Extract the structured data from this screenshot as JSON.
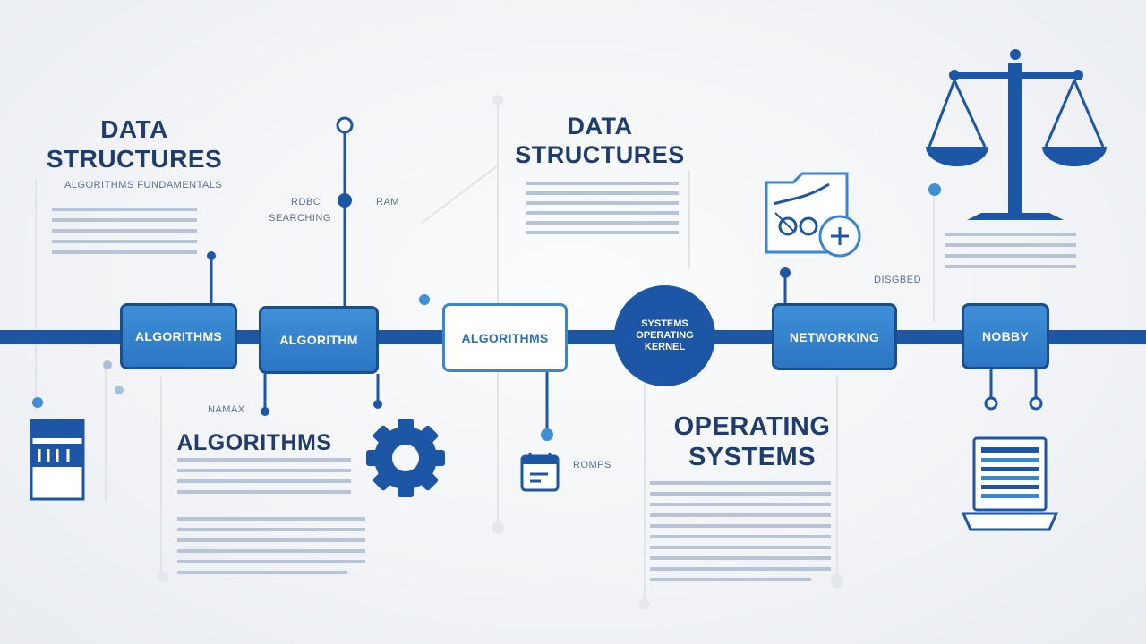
{
  "colors": {
    "primary": "#1d56a4",
    "accent": "#3a86cf",
    "navy": "#1f3d6c",
    "background": "#f2f4f7"
  },
  "titles": {
    "data_structures_left": "DATA\nSTRUCTURES",
    "data_structures_center": "DATA\nSTRUCTURES",
    "algorithms": "ALGORITHMS",
    "operating_systems": "OPERATING\nSYSTEMS"
  },
  "labels": {
    "subtitle_left": "ALGORITHMS FUNDAMENTALS",
    "label_rdbc": "RDBC",
    "label_ram": "RAM",
    "label_searching": "SEARCHING",
    "label_namax": "NAMAX",
    "label_romps": "ROMPS",
    "label_disgbed": "DISGBED"
  },
  "nodes": {
    "node1": "ALGORITHMS",
    "node2": "ALGORITHM",
    "node3": "ALGORITHMS",
    "hub": "SYSTEMS\nOPERATING\nKERNEL",
    "node5": "NETWORKING",
    "node6": "NOBBY"
  },
  "icons": [
    "gear-icon",
    "balance-scale-icon",
    "chart-document-icon",
    "calendar-icon",
    "laptop-icon",
    "document-icon"
  ]
}
